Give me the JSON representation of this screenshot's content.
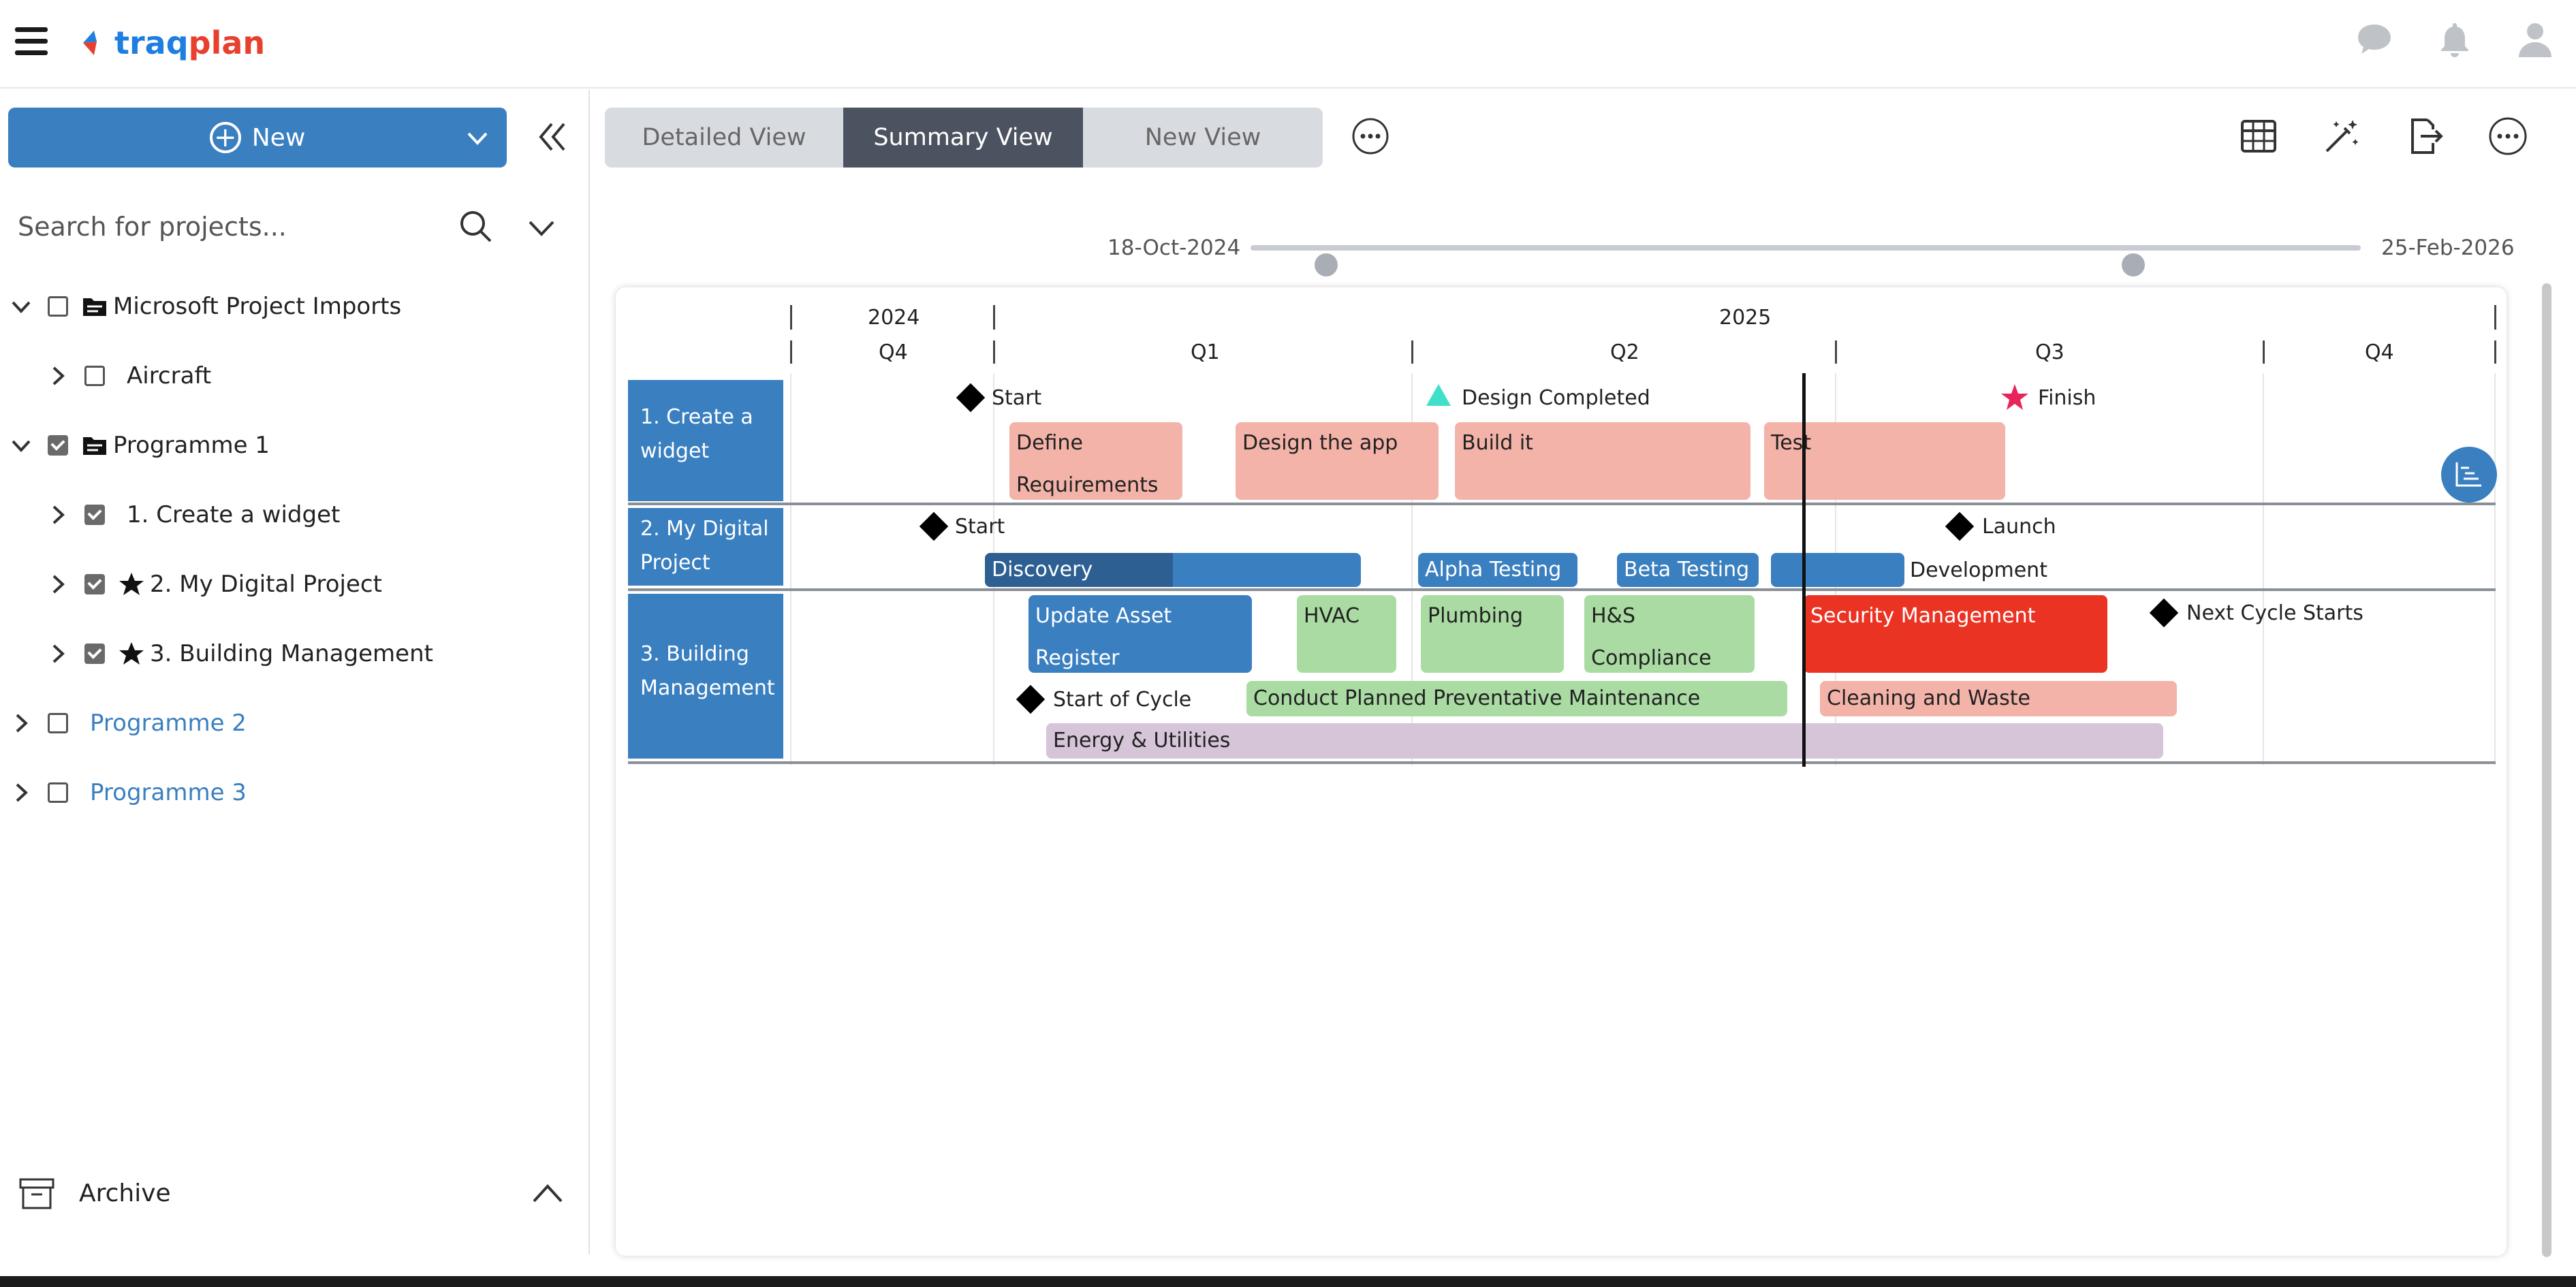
{
  "header": {
    "logo_text_a": "traq",
    "logo_text_b": "plan",
    "icons": [
      "menu-icon",
      "chat-icon",
      "bell-icon",
      "user-icon"
    ]
  },
  "sidebar": {
    "new_label": "New",
    "search_placeholder": "Search for projects...",
    "tree": [
      {
        "label": "Microsoft Project Imports",
        "level": 0,
        "expanded": true,
        "checked": false,
        "icon": "folder-icon",
        "link": false
      },
      {
        "label": "Aircraft",
        "level": 1,
        "expanded": false,
        "checked": false,
        "icon": "",
        "link": false
      },
      {
        "label": "Programme 1",
        "level": 0,
        "expanded": true,
        "checked": true,
        "icon": "folder-icon",
        "link": false
      },
      {
        "label": "1. Create a widget",
        "level": 1,
        "expanded": false,
        "checked": true,
        "icon": "",
        "link": false
      },
      {
        "label": "2. My Digital Project",
        "level": 1,
        "expanded": false,
        "checked": true,
        "icon": "star-icon",
        "link": false
      },
      {
        "label": "3. Building Management",
        "level": 1,
        "expanded": false,
        "checked": true,
        "icon": "star-icon",
        "link": false
      },
      {
        "label": "Programme 2",
        "level": 0,
        "expanded": false,
        "checked": false,
        "icon": "",
        "link": true
      },
      {
        "label": "Programme 3",
        "level": 0,
        "expanded": false,
        "checked": false,
        "icon": "",
        "link": true
      }
    ],
    "archive_label": "Archive"
  },
  "toolbar": {
    "tabs": [
      {
        "label": "Detailed View",
        "active": false
      },
      {
        "label": "Summary View",
        "active": true
      },
      {
        "label": "New View",
        "active": false
      }
    ],
    "right_icons": [
      "table-icon",
      "magic-wand-icon",
      "export-icon",
      "more-icon"
    ]
  },
  "range": {
    "start": "18-Oct-2024",
    "end": "25-Feb-2026",
    "thumb_start": 0.068,
    "thumb_end": 0.795
  },
  "timeline": {
    "years": [
      "2024",
      "2025"
    ],
    "quarters": [
      "Q4",
      "Q1",
      "Q2",
      "Q3",
      "Q4"
    ]
  },
  "lanes": [
    {
      "label": "1. Create a widget"
    },
    {
      "label": "2. My Digital Project"
    },
    {
      "label": "3. Building Management"
    }
  ],
  "milestones": {
    "m1": "Start",
    "m2": "Design Completed",
    "m3": "Finish",
    "m4": "Start",
    "m5": "Launch",
    "m6": "Next Cycle Starts",
    "m7": "Start of Cycle"
  },
  "tasks": {
    "t1": "Define Requirements",
    "t2": "Design the app",
    "t3": "Build it",
    "t4": "Test",
    "t5": "Discovery",
    "t5_progress": 0.5,
    "t6": "Alpha Testing",
    "t7": "Beta Testing",
    "t8": "Development",
    "t9": "Update Asset Register",
    "t10": "HVAC",
    "t11": "Plumbing",
    "t12": "H&S Compliance",
    "t13": "Security Management",
    "t14": "Conduct Planned Preventative Maintenance",
    "t15": "Cleaning and Waste Management",
    "t16": "Energy & Utilities"
  },
  "colors": {
    "primary": "#3a7fc0",
    "salmon": "#f4b3a9",
    "green": "#a9dba3",
    "red": "#ea3323",
    "purple": "#d6c5d9",
    "triangle": "#3ee0c9",
    "star": "#e8245a"
  }
}
